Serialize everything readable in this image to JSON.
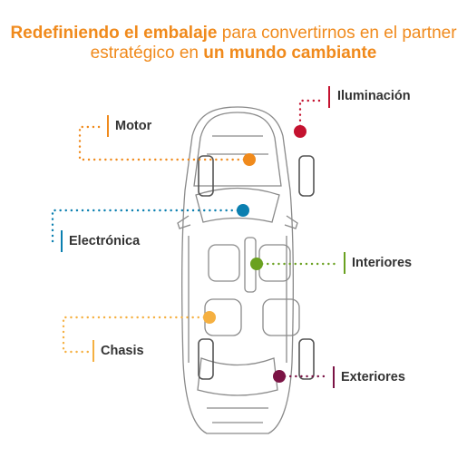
{
  "title": {
    "line1_bold": "Redefiniendo el embalaje",
    "line1_rest": " para convertirnos en el partner",
    "line2_plain": "estratégico en ",
    "line2_bold": "un mundo cambiante"
  },
  "labels": {
    "iluminacion": "Iluminación",
    "motor": "Motor",
    "electronica": "Electrónica",
    "interiores": "Interiores",
    "chasis": "Chasis",
    "exteriores": "Exteriores"
  },
  "colors": {
    "iluminacion": "#C4122F",
    "motor": "#F08A1C",
    "electronica": "#0A7FB0",
    "interiores": "#6AA120",
    "chasis": "#F5B041",
    "exteriores": "#7B1345",
    "car_line": "#8A8A8A",
    "title": "#F08A1C"
  }
}
